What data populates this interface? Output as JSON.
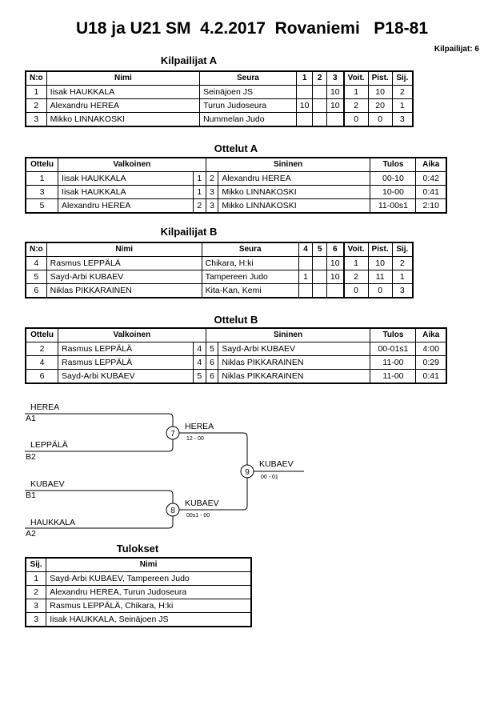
{
  "title": "U18 ja U21 SM  4.2.2017  Rovaniemi   P18-81",
  "competitor_count": "Kilpailijat: 6",
  "pool_a": {
    "heading": "Kilpailijat A",
    "headers": [
      "N:o",
      "Nimi",
      "Seura",
      "1",
      "2",
      "3",
      "Voit.",
      "Pist.",
      "Sij."
    ],
    "rows": [
      {
        "no": "1",
        "name": "Iisak HAUKKALA",
        "club": "Seinäjoen JS",
        "s1": "",
        "s2": "",
        "s3": "10",
        "wins": "1",
        "points": "10",
        "place": "2"
      },
      {
        "no": "2",
        "name": "Alexandru HEREA",
        "club": "Turun Judoseura",
        "s1": "10",
        "s2": "",
        "s3": "10",
        "wins": "2",
        "points": "20",
        "place": "1"
      },
      {
        "no": "3",
        "name": "Mikko LINNAKOSKI",
        "club": "Nummelan Judo",
        "s1": "",
        "s2": "",
        "s3": "",
        "wins": "0",
        "points": "0",
        "place": "3"
      }
    ]
  },
  "matches_a": {
    "heading": "Ottelut A",
    "headers": [
      "Ottelu",
      "Valkoinen",
      "Sininen",
      "Tulos",
      "Aika"
    ],
    "rows": [
      {
        "match": "1",
        "white": "Iisak HAUKKALA",
        "wn": "1",
        "bn": "2",
        "blue": "Alexandru HEREA",
        "result": "00-10",
        "time": "0:42"
      },
      {
        "match": "3",
        "white": "Iisak HAUKKALA",
        "wn": "1",
        "bn": "3",
        "blue": "Mikko LINNAKOSKI",
        "result": "10-00",
        "time": "0:41"
      },
      {
        "match": "5",
        "white": "Alexandru HEREA",
        "wn": "2",
        "bn": "3",
        "blue": "Mikko LINNAKOSKI",
        "result": "11-00s1",
        "time": "2:10"
      }
    ]
  },
  "pool_b": {
    "heading": "Kilpailijat B",
    "headers": [
      "N:o",
      "Nimi",
      "Seura",
      "4",
      "5",
      "6",
      "Voit.",
      "Pist.",
      "Sij."
    ],
    "rows": [
      {
        "no": "4",
        "name": "Rasmus LEPPÄLÄ",
        "club": "Chikara, H:ki",
        "s1": "",
        "s2": "",
        "s3": "10",
        "wins": "1",
        "points": "10",
        "place": "2"
      },
      {
        "no": "5",
        "name": "Sayd-Arbi KUBAEV",
        "club": "Tampereen Judo",
        "s1": "1",
        "s2": "",
        "s3": "10",
        "wins": "2",
        "points": "11",
        "place": "1"
      },
      {
        "no": "6",
        "name": "Niklas PIKKARAINEN",
        "club": "Kita-Kan, Kemi",
        "s1": "",
        "s2": "",
        "s3": "",
        "wins": "0",
        "points": "0",
        "place": "3"
      }
    ]
  },
  "matches_b": {
    "heading": "Ottelut B",
    "headers": [
      "Ottelu",
      "Valkoinen",
      "Sininen",
      "Tulos",
      "Aika"
    ],
    "rows": [
      {
        "match": "2",
        "white": "Rasmus LEPPÄLÄ",
        "wn": "4",
        "bn": "5",
        "blue": "Sayd-Arbi KUBAEV",
        "result": "00-01s1",
        "time": "4:00"
      },
      {
        "match": "4",
        "white": "Rasmus LEPPÄLÄ",
        "wn": "4",
        "bn": "6",
        "blue": "Niklas PIKKARAINEN",
        "result": "11-00",
        "time": "0:29"
      },
      {
        "match": "6",
        "white": "Sayd-Arbi KUBAEV",
        "wn": "5",
        "bn": "6",
        "blue": "Niklas PIKKARAINEN",
        "result": "11-00",
        "time": "0:41"
      }
    ]
  },
  "bracket": {
    "sf1_top_name": "HEREA",
    "sf1_top_seed": "A1",
    "sf1_bot_name": "LEPPÄLÄ",
    "sf1_bot_seed": "B2",
    "sf2_top_name": "KUBAEV",
    "sf2_top_seed": "B1",
    "sf2_bot_name": "HAUKKALA",
    "sf2_bot_seed": "A2",
    "m7": "7",
    "m7_winner": "HEREA",
    "m7_score": "12 - 00",
    "m8": "8",
    "m8_winner": "KUBAEV",
    "m8_score": "00s1 - 00",
    "m9": "9",
    "m9_winner": "KUBAEV",
    "m9_score": "00 - 01"
  },
  "results": {
    "heading": "Tulokset",
    "headers": [
      "Sij.",
      "Nimi"
    ],
    "rows": [
      {
        "place": "1",
        "name": "Sayd-Arbi KUBAEV, Tampereen Judo"
      },
      {
        "place": "2",
        "name": "Alexandru HEREA, Turun Judoseura"
      },
      {
        "place": "3",
        "name": "Rasmus LEPPÄLÄ, Chikara, H:ki"
      },
      {
        "place": "3",
        "name": "Iisak HAUKKALA, Seinäjoen JS"
      }
    ]
  }
}
